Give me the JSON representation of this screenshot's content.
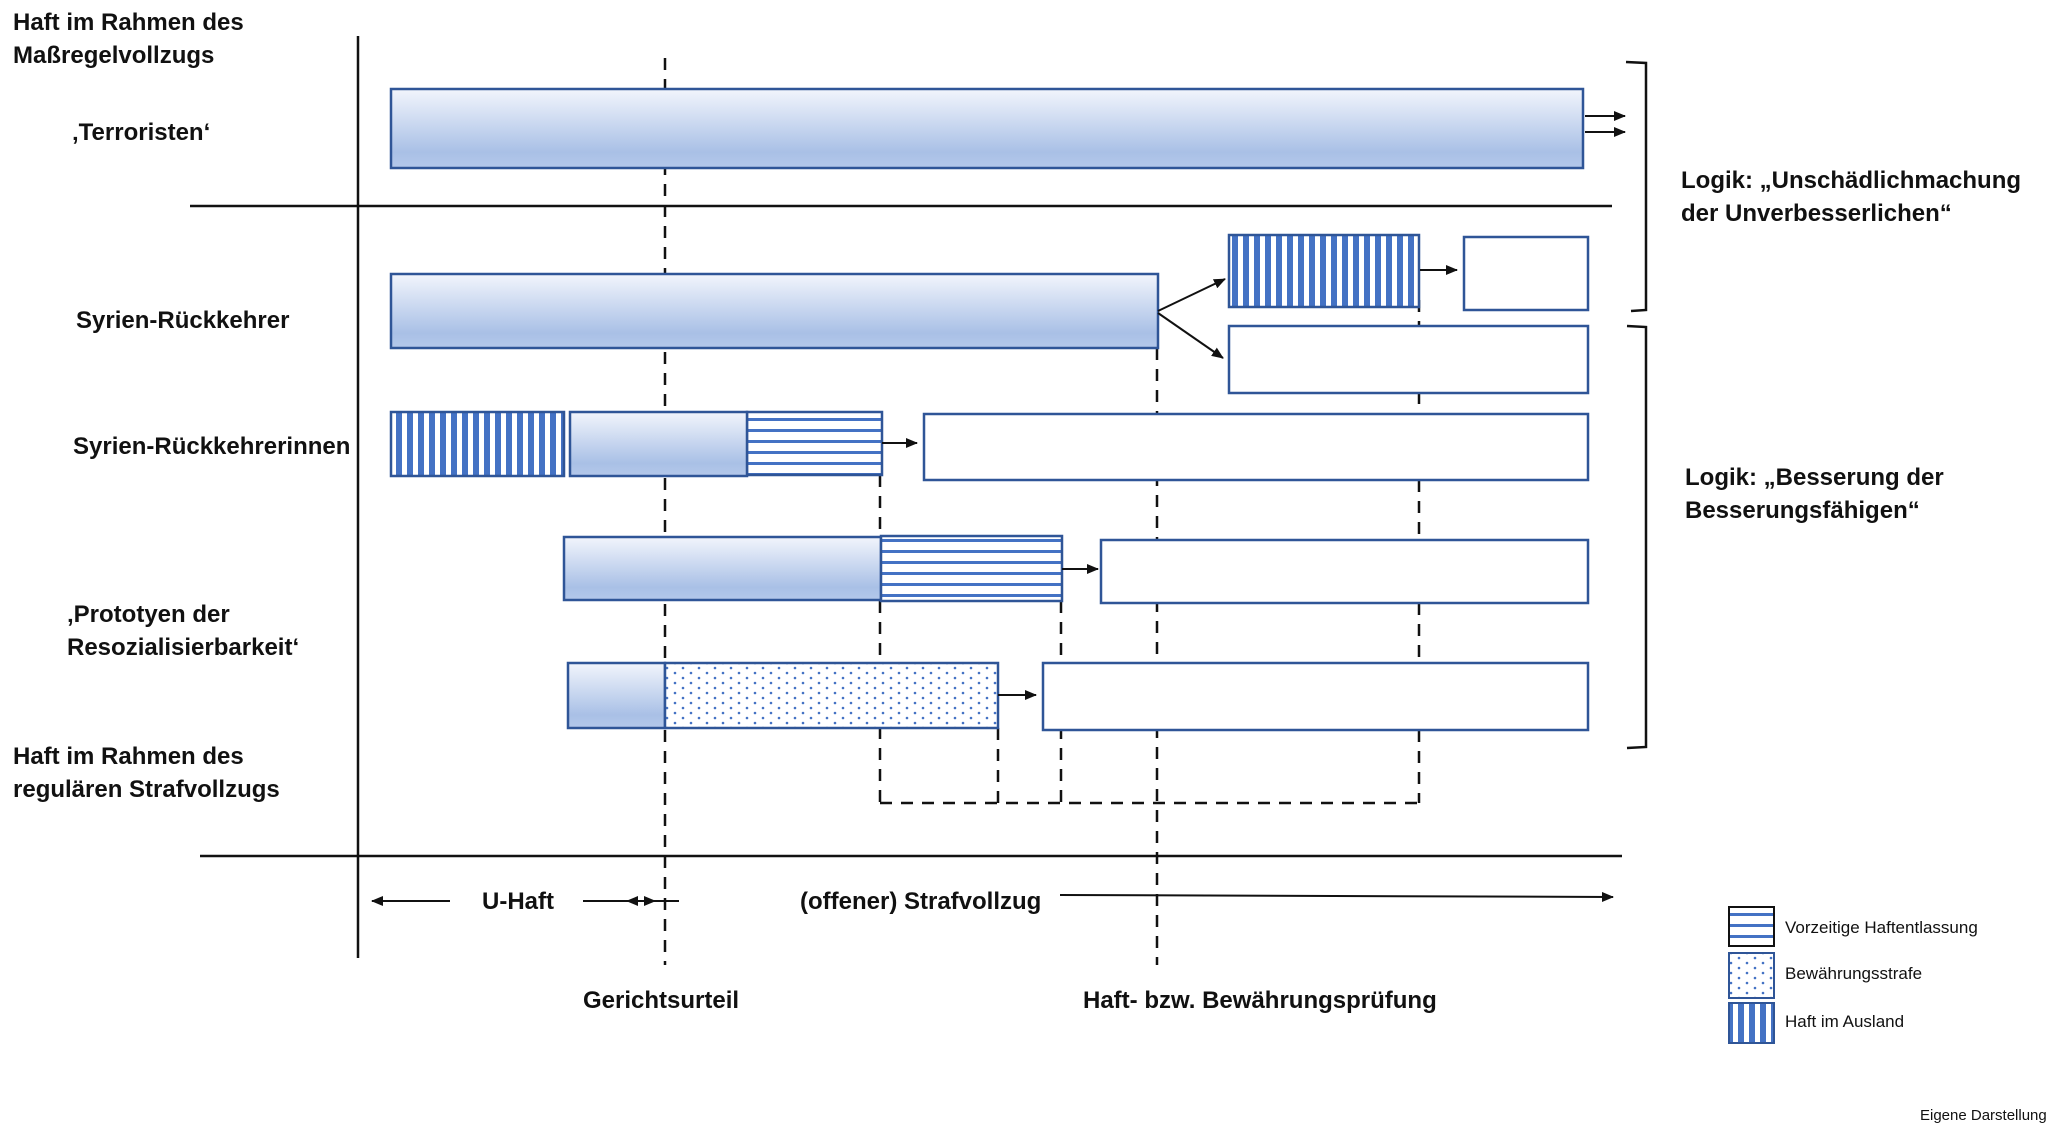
{
  "labels": {
    "massregel_header": "Haft im Rahmen des Maßregelvollzugs",
    "terroristen": "‚Terroristen‘",
    "syrien_rueckkehrer": "Syrien-Rückkehrer",
    "syrien_rueckkehrerinnen": "Syrien-Rückkehrerinnen",
    "prototypen": "‚Prototyen der Resozialisierbarkeit‘",
    "regulaer_header": "Haft im Rahmen des regulären Strafvollzugs"
  },
  "logic": {
    "top": "Logik: „Unschädlichmachung der Unverbesserlichen“",
    "bottom": "Logik: „Besserung der Besserungsfähigen“"
  },
  "timeline": {
    "u_haft": "U-Haft",
    "strafvollzug": "(offener) Strafvollzug",
    "gerichtsurteil": "Gerichtsurteil",
    "pruefung": "Haft- bzw. Bewährungsprüfung"
  },
  "legend": [
    {
      "pattern": "horizontal-stripes",
      "label": "Vorzeitige Haftentlassung"
    },
    {
      "pattern": "dots",
      "label": "Bewährungsstrafe"
    },
    {
      "pattern": "vertical-stripes",
      "label": "Haft im Ausland"
    }
  ],
  "credit": "Eigene Darstellung",
  "colors": {
    "bar_stroke": "#2f5597",
    "pattern": "#4472c4",
    "gradient_top": "#f2f5fc",
    "gradient_bottom": "#a9c0e6",
    "line": "#111111"
  },
  "rows": [
    {
      "group": "Terroristen",
      "segments": [
        "haft (gradient)"
      ],
      "outcome": "unbefristet (Doppelpfeil)"
    },
    {
      "group": "Syrien-Rückkehrer",
      "segments": [
        "haft (gradient)"
      ],
      "outcome": [
        "Haft im Ausland → Entlassung",
        "Entlassung"
      ]
    },
    {
      "group": "Syrien-Rückkehrerinnen",
      "segments": [
        "Haft im Ausland",
        "U-Haft (gradient)",
        "Vorzeitige Haftentlassung"
      ],
      "outcome": "Entlassung"
    },
    {
      "group": "Prototypen der Resozialisierbarkeit (1)",
      "segments": [
        "haft (gradient)",
        "Vorzeitige Haftentlassung"
      ],
      "outcome": "Entlassung"
    },
    {
      "group": "Prototypen der Resozialisierbarkeit (2)",
      "segments": [
        "U-Haft (gradient)",
        "Bewährungsstrafe"
      ],
      "outcome": "Entlassung"
    }
  ]
}
